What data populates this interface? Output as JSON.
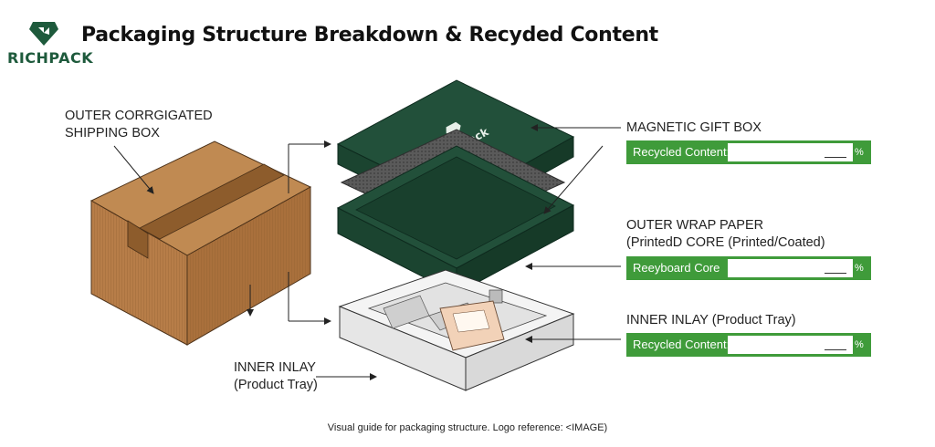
{
  "brand": {
    "name": "RICHPACK",
    "color_primary": "#1e5a3c",
    "color_accent": "#3f9b3a"
  },
  "title": "Packaging Structure Breakdown & Recyded Content",
  "labels": {
    "outer_box": [
      "OUTER CORRGIGATED",
      "SHIPPING BOX"
    ],
    "inner_inlay_left": [
      "INNER INLAY",
      "(Product Tray)"
    ],
    "magnetic_box": "MAGNETIC GIFT BOX",
    "outer_wrap": [
      "OUTER WRAP PAPER",
      "(PrintedD CORE (Printed/Coated)"
    ],
    "inner_inlay_right": "INNER INLAY (Product Tray)"
  },
  "lid_logo": "RICHPack",
  "fields": [
    {
      "label": "Recycled Content:",
      "value": "",
      "unit": "%"
    },
    {
      "label": "Reeyboard Core",
      "value": "",
      "unit": "%"
    },
    {
      "label": "Recycled Content:",
      "value": "",
      "unit": "%"
    }
  ],
  "caption": "Visual guide for packaging structure. Logo reference: <IMAGE)"
}
